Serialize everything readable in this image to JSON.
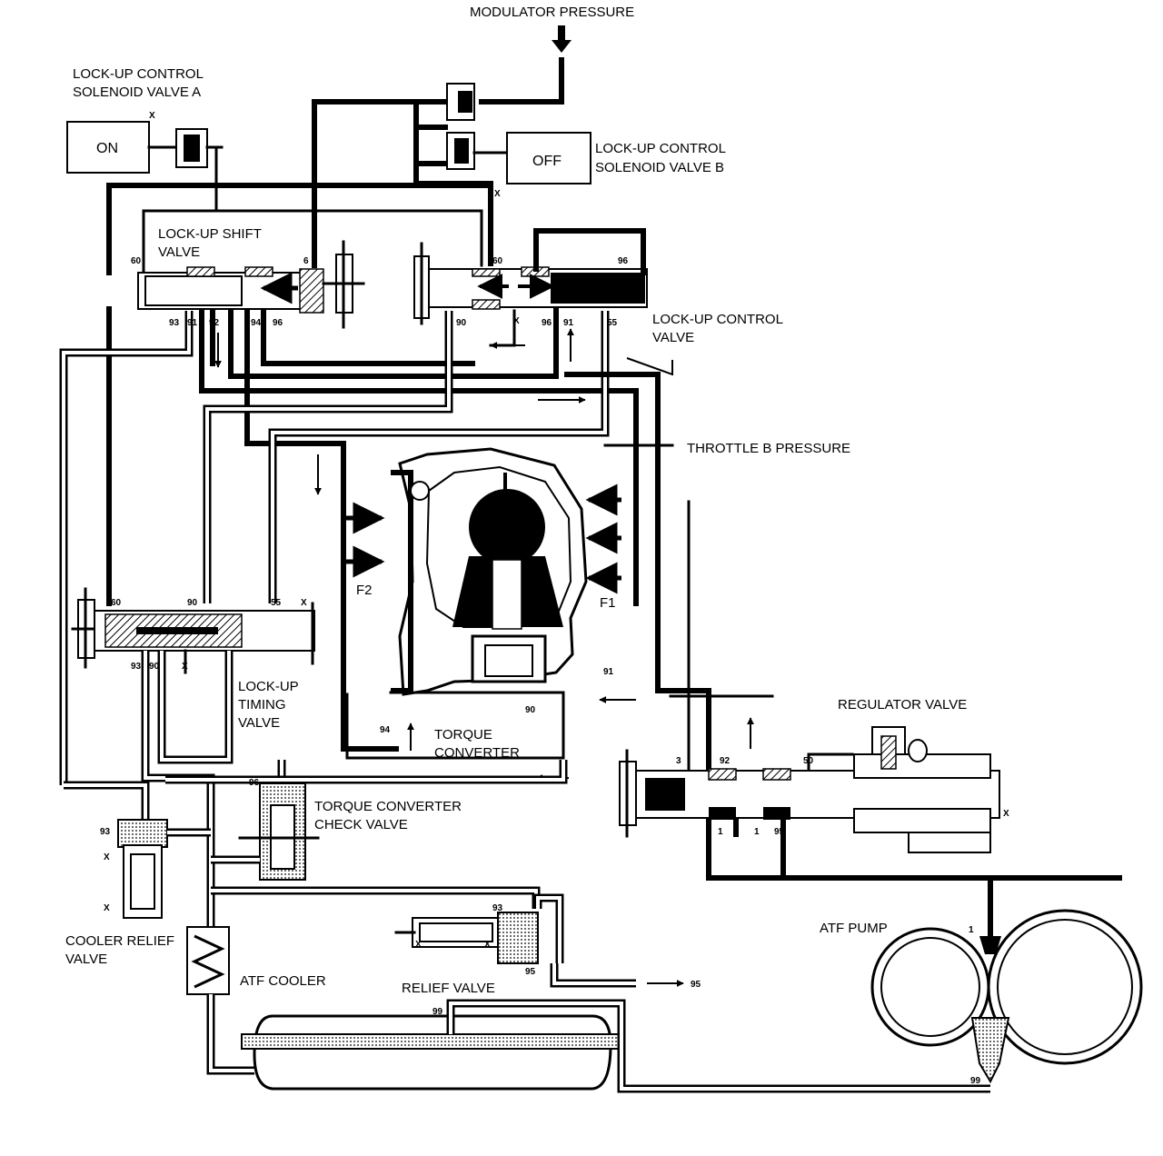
{
  "labels": {
    "modulator_pressure": "MODULATOR PRESSURE",
    "solenoid_a_line1": "LOCK-UP CONTROL",
    "solenoid_a_line2": "SOLENOID VALVE A",
    "solenoid_a_state": "ON",
    "solenoid_b_line1": "LOCK-UP CONTROL",
    "solenoid_b_line2": "SOLENOID VALVE B",
    "solenoid_b_state": "OFF",
    "shift_valve_line1": "LOCK-UP SHIFT",
    "shift_valve_line2": "VALVE",
    "control_valve_line1": "LOCK-UP CONTROL",
    "control_valve_line2": "VALVE",
    "throttle_b": "THROTTLE B PRESSURE",
    "timing_valve_line1": "LOCK-UP",
    "timing_valve_line2": "TIMING",
    "timing_valve_line3": "VALVE",
    "torque_converter_line1": "TORQUE",
    "torque_converter_line2": "CONVERTER",
    "tc_check_line1": "TORQUE CONVERTER",
    "tc_check_line2": "CHECK VALVE",
    "regulator_valve": "REGULATOR VALVE",
    "cooler_relief_line1": "COOLER RELIEF",
    "cooler_relief_line2": "VALVE",
    "atf_cooler": "ATF COOLER",
    "relief_valve": "RELIEF VALVE",
    "atf_pump": "ATF PUMP",
    "f1": "F1",
    "f2": "F2"
  },
  "ports": {
    "x": "X",
    "p1": "1",
    "p3": "3",
    "p6": "6",
    "p50": "50",
    "p55": "55",
    "p60": "60",
    "p90": "90",
    "p91": "91",
    "p92": "92",
    "p93": "93",
    "p94": "94",
    "p95": "95",
    "p96": "96",
    "p99": "99"
  }
}
